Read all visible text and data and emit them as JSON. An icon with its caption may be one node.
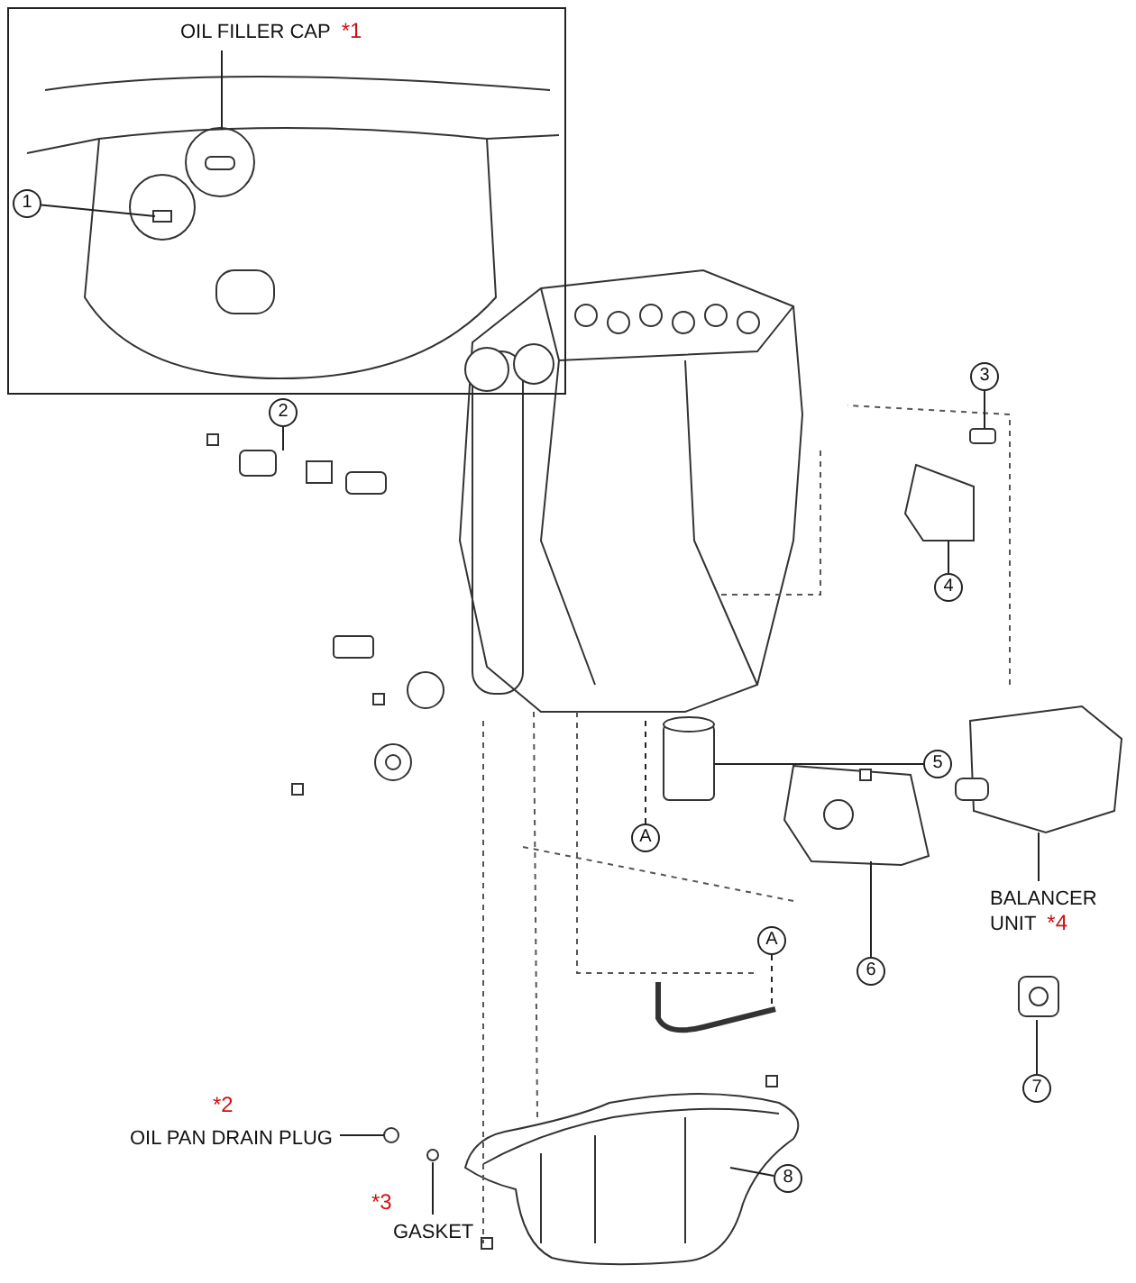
{
  "diagram": {
    "nodes": [
      {
        "text": [],
        "shape": "box"
      },
      {
        "text": [
          "OIL FILLER CAP"
        ],
        "in": 0,
        "beside": [
          "*1"
        ]
      },
      {
        "text": [
          "1"
        ],
        "in": 0
      },
      {
        "text": [
          "2"
        ]
      },
      {
        "text": [
          "3"
        ]
      },
      {
        "text": [
          "4"
        ]
      },
      {
        "text": [
          "5"
        ]
      },
      {
        "text": [
          "A"
        ]
      },
      {
        "text": [
          "6"
        ]
      },
      {
        "text": [
          "BALANCER UNIT"
        ],
        "beside": [
          "*4"
        ]
      },
      {
        "text": [
          "A"
        ]
      },
      {
        "text": [
          "7"
        ]
      },
      {
        "text": [
          "OIL PAN DRAIN PLUG"
        ],
        "beside": [
          "*2"
        ]
      },
      {
        "text": [
          "GASKET"
        ],
        "beside": [
          "*3"
        ]
      },
      {
        "text": [
          "8"
        ]
      }
    ],
    "edges": [
      {
        "from": 1,
        "to": null,
        "arrow": "none"
      },
      {
        "from": 2,
        "to": null,
        "arrow": "none"
      },
      {
        "from": 3,
        "to": null,
        "arrow": "none"
      },
      {
        "from": 4,
        "to": null,
        "arrow": "none"
      },
      {
        "from": 5,
        "to": null,
        "arrow": "none"
      },
      {
        "from": 6,
        "to": null,
        "arrow": "none"
      },
      {
        "from": 7,
        "to": null,
        "arrow": "none",
        "style": "dashed"
      },
      {
        "from": 8,
        "to": null,
        "arrow": "none"
      },
      {
        "from": 9,
        "to": null,
        "arrow": "none"
      },
      {
        "from": 10,
        "to": null,
        "arrow": "none",
        "style": "dashed"
      },
      {
        "from": 11,
        "to": null,
        "arrow": "none"
      },
      {
        "from": 12,
        "to": null,
        "arrow": "none"
      },
      {
        "from": 13,
        "to": null,
        "arrow": "none"
      },
      {
        "from": 14,
        "to": null,
        "arrow": "none"
      }
    ]
  }
}
